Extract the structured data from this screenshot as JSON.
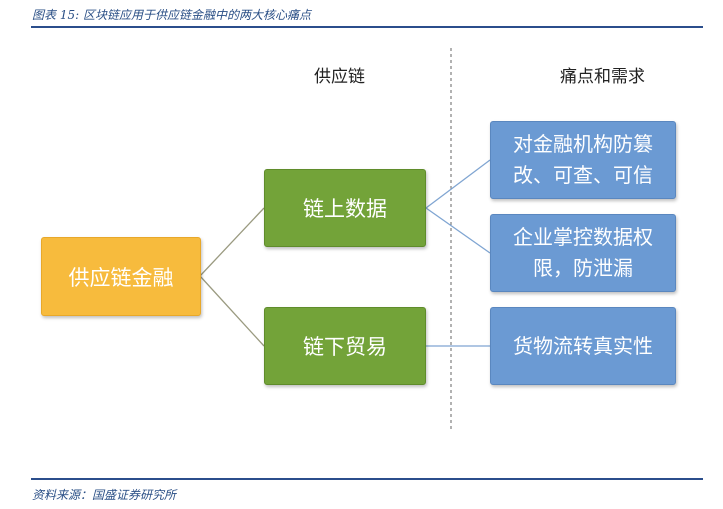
{
  "figure": {
    "title": "图表 15:  区块链应用于供应链金融中的两大核心痛点",
    "source": "资料来源：国盛证券研究所"
  },
  "headers": {
    "supply_chain": "供应链",
    "pain_points": "痛点和需求"
  },
  "nodes": {
    "root": "供应链金融",
    "onchain": "链上数据",
    "offchain": "链下贸易",
    "need1": "对金融机构防篡改、可查、可信",
    "need2": "企业掌控数据权限，防泄漏",
    "need3": "货物流转真实性"
  },
  "colors": {
    "root": "#f7bb3d",
    "middle": "#73a339",
    "leaf": "#6b9ad3",
    "rule": "#2b4e8c"
  }
}
